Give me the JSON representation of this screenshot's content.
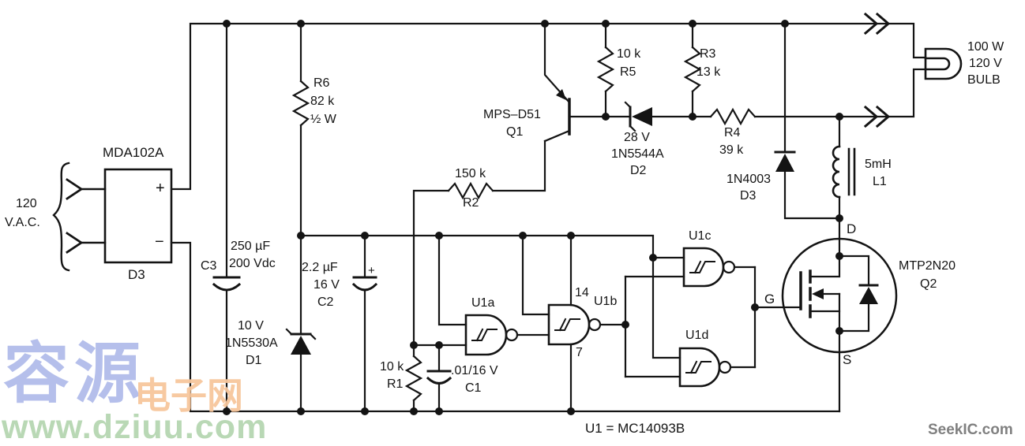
{
  "source": {
    "line1": "120",
    "line2": "V.A.C."
  },
  "bridge": {
    "part": "MDA102A",
    "ref": "D3",
    "plus": "+",
    "minus": "−"
  },
  "c3": {
    "ref": "C3",
    "value": "250 µF",
    "rating": "200 Vdc"
  },
  "r6": {
    "ref": "R6",
    "value": "82 k",
    "rating": "½ W"
  },
  "q1": {
    "part": "MPS–D51",
    "ref": "Q1"
  },
  "r2": {
    "value": "150 k",
    "ref": "R2"
  },
  "r5": {
    "value": "10 k",
    "ref": "R5"
  },
  "r3": {
    "ref": "R3",
    "value": "13 k"
  },
  "d2": {
    "rating": "28 V",
    "part": "1N5544A",
    "ref": "D2"
  },
  "r4": {
    "ref": "R4",
    "value": "39 k"
  },
  "d3": {
    "part": "1N4003",
    "ref": "D3"
  },
  "l1": {
    "value": "5mH",
    "ref": "L1"
  },
  "bulb": {
    "line1": "100 W",
    "line2": "120 V",
    "line3": "BULB"
  },
  "q2": {
    "part": "MTP2N20",
    "ref": "Q2",
    "drain": "D",
    "gate": "G",
    "source": "S"
  },
  "gates": {
    "u1a": "U1a",
    "u1b": "U1b",
    "u1c": "U1c",
    "u1d": "U1d",
    "pin_vdd": "14",
    "pin_vss": "7"
  },
  "c2": {
    "value": "2.2 µF",
    "rating": "16 V",
    "ref": "C2",
    "polarity": "+"
  },
  "d1": {
    "rating": "10 V",
    "part": "1N5530A",
    "ref": "D1"
  },
  "r1": {
    "value": "10 k",
    "ref": "R1"
  },
  "c1": {
    "value": ".01/16 V",
    "ref": "C1"
  },
  "note": {
    "text": "U1  =  MC14093B"
  },
  "watermarks": {
    "cn_main": "容源",
    "cn_sub": "电子网",
    "url": "www.dziuu.com",
    "brand": "SeekIC.com"
  },
  "colors": {
    "ink": "#141414",
    "wm_blue": "#a9b5e8",
    "wm_orange": "#f7c79d",
    "wm_green": "#b2d4ae",
    "wm_gray": "#7a7a7a"
  }
}
